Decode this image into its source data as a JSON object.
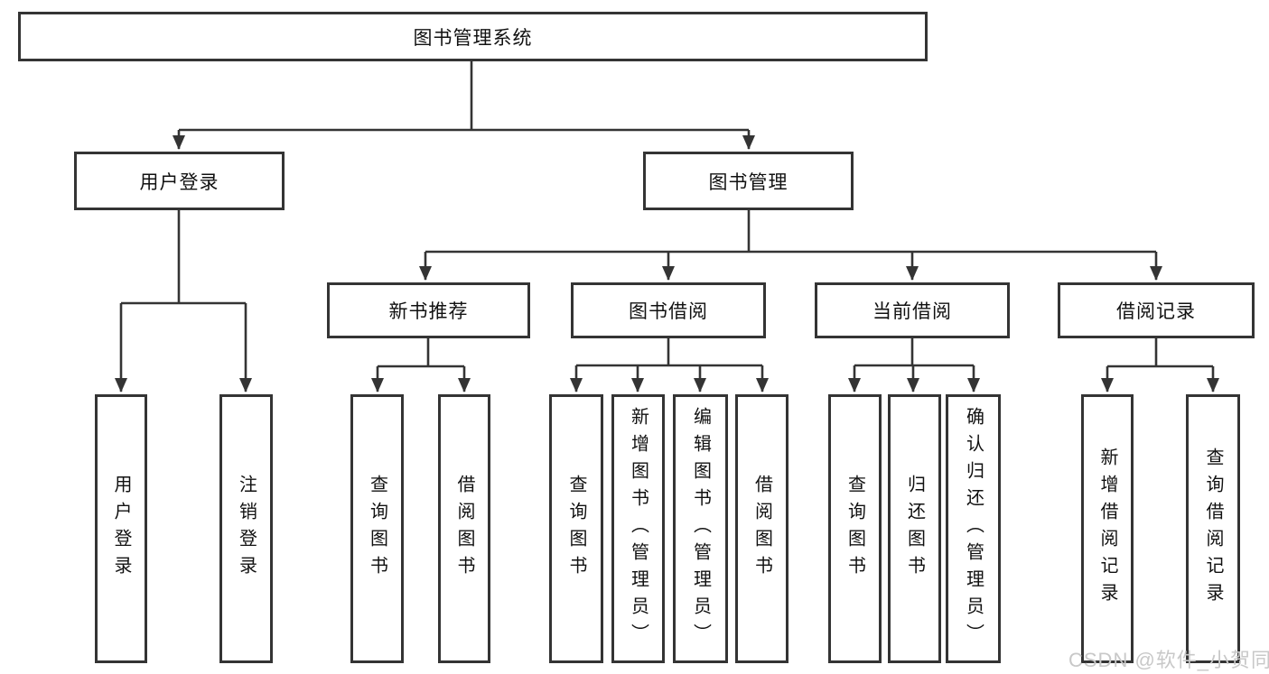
{
  "title": "图书管理系统",
  "watermark": "CSDN @软件_小贺同学",
  "colors": {
    "background": "#ffffff",
    "line": "#343434",
    "text": "#111111",
    "watermark": "#c8c8c8"
  },
  "chart_type": "hierarchy-diagram",
  "tree": {
    "root": {
      "label": "图书管理系统"
    },
    "branches": [
      {
        "label": "用户登录",
        "children": [
          "用户登录",
          "注销登录"
        ]
      },
      {
        "label": "图书管理",
        "sub_branches": [
          {
            "label": "新书推荐",
            "children": [
              "查询图书",
              "借阅图书"
            ]
          },
          {
            "label": "图书借阅",
            "children": [
              "查询图书",
              "新增图书（管理员）",
              "编辑图书（管理员）",
              "借阅图书"
            ]
          },
          {
            "label": "当前借阅",
            "children": [
              "查询图书",
              "归还图书",
              "确认归还（管理员）"
            ]
          },
          {
            "label": "借阅记录",
            "children": [
              "新增借阅记录",
              "查询借阅记录"
            ]
          }
        ]
      }
    ]
  }
}
